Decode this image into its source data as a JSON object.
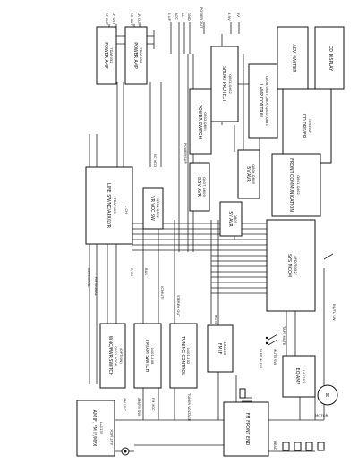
{
  "blocks": {
    "power_amp_1": {
      "name": "POWER AMP",
      "part": "TDA7052"
    },
    "power_amp_2": {
      "name": "POWER AMP",
      "part": "TDA7052"
    },
    "short_protect": {
      "name": "SHORT PROTECT",
      "part": "Q801,Q802"
    },
    "lamp_control": {
      "name": "LAMP CONTROL",
      "part": "Q806,Q807,Q809,Q810,Q811"
    },
    "acv_master": {
      "name": "ACV MASTER"
    },
    "cd_display": {
      "name": "CD DISPLAY"
    },
    "cd_driver": {
      "name": "CD DRIVER",
      "part": "TC9391F"
    },
    "line_sw": {
      "name": "LINE SW/NC/APX/LVR",
      "part": "TDA7405"
    },
    "power_switch": {
      "name": "POWER SWITCH",
      "part": "Q802,Q805"
    },
    "v85_avr": {
      "name": "8.5V AVR",
      "part": "Q807,Q809"
    },
    "v5_avr_top": {
      "name": "5V AVR",
      "part": "Q806,Q808"
    },
    "vr_vcc_sw": {
      "name": "VR VCC SW",
      "part": "Q501,Q502"
    },
    "front_comm": {
      "name": "FRONT COMMUNICATION",
      "part": "Q801,Q802"
    },
    "v5_avr_mid": {
      "name": "5V AVR",
      "part": "Q805"
    },
    "sys_mcom": {
      "name": "SYS MCOM",
      "part": "uPD78052F"
    },
    "wnc_pwr": {
      "name": "WNC/PWR SWITCH",
      "part": "Q201-Q206",
      "note": "(OPTION)"
    },
    "fm_am_switch": {
      "name": "FM/AM SWITCH",
      "part": "Q401-408"
    },
    "tuning_control": {
      "name": "TUNING CONTROL",
      "part": "Q401-402"
    },
    "fm_if": {
      "name": "FM IF",
      "part": "LA1140"
    },
    "am_if": {
      "name": "AM IF, FM IF/MPX",
      "part": "LA1135"
    },
    "fm_front_end": {
      "name": "FM FRONT END"
    },
    "eq_amp": {
      "name": "EQ AMP",
      "part": "LA6182"
    },
    "motor": {
      "name": "MOTOR"
    }
  },
  "labels": {
    "antenna": "ANT JACK",
    "head": "HEAD",
    "mute_sw": "MUTE SW",
    "eq_tl_sw": "EQ/TL SW",
    "nc_vdd": "NC VDD",
    "power_out": "POWER OUT",
    "rf_out": "RF OUT",
    "lf_out": "LF OUT",
    "rr_out": "RR OUT",
    "lr_out": "LR OUT",
    "b_up": "B UP",
    "acc": "ACC",
    "ill": "ILL",
    "gnd": "GND",
    "tape_in_sw": "TAPE IN SW",
    "am_signal": "AM SIGNAL",
    "fm_signal": "FM SIGNAL",
    "stereo_out": "STEREO OUT",
    "tuner_voltage": "TUNER VOLTAGE",
    "am_fm_sw": "AM/FM SW",
    "fm_vcc": "FM VCC",
    "am_vcc": "AM VCC",
    "mute": "MUTE",
    "ic_mute": "IC MUTE",
    "bus": "BUS",
    "power_sup": "POWER SUP",
    "tape_mute": "TAPE MUTE",
    "l_ch": "L CH",
    "r_ch": "R CH",
    "mcu_8v": "8.5V",
    "mcu_5v": "5V"
  }
}
